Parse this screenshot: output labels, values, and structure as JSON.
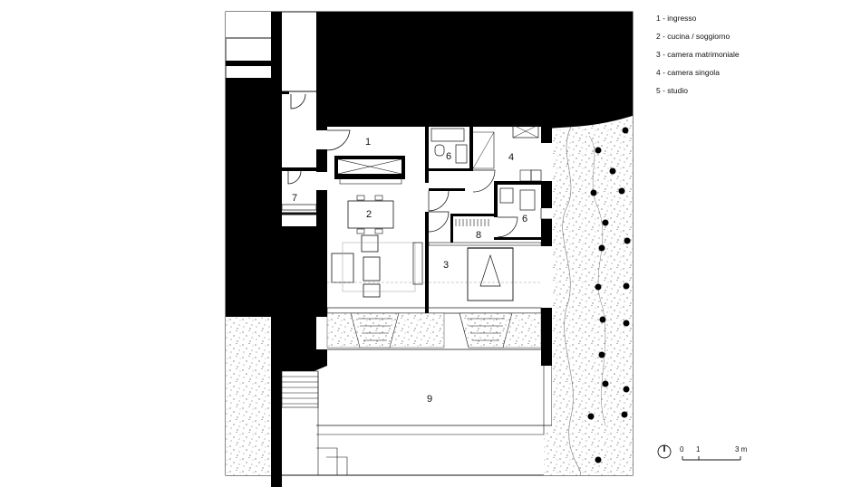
{
  "legend": {
    "items": [
      "1 - ingresso",
      "2 - cucina / soggiorno",
      "3 - camera matrimoniale",
      "4 - camera singola",
      "5 - studio"
    ]
  },
  "room_labels": {
    "r1": "1",
    "r2": "2",
    "r3": "3",
    "r4": "4",
    "r6a": "6",
    "r6b": "6",
    "r7": "7",
    "r8": "8",
    "r9": "9"
  },
  "scale_bar": {
    "label_0": "0",
    "label_1": "1",
    "label_3": "3 m"
  },
  "icons": {
    "north": "north-arrow-icon"
  },
  "colors": {
    "solid": "#000000",
    "line": "#111111",
    "paper": "#ffffff"
  }
}
